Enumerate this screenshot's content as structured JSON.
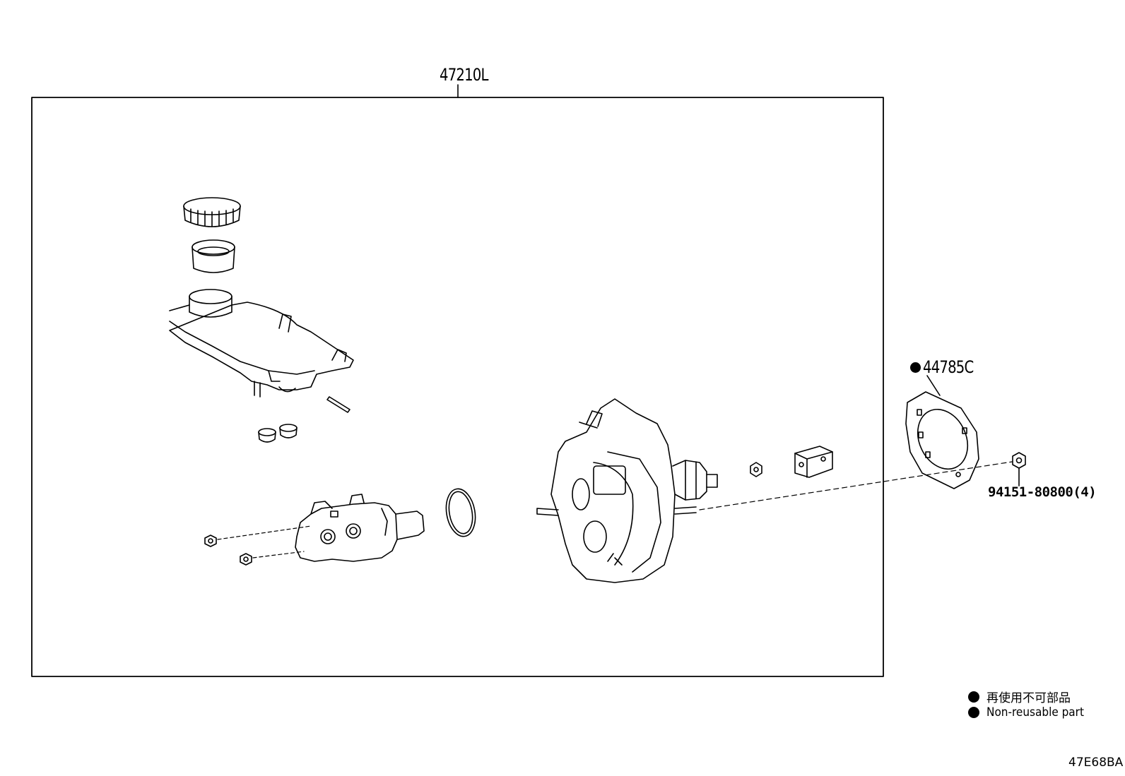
{
  "labels": {
    "assembly": "47210L",
    "gasket": "44785C",
    "nut": "94151-80800(4)",
    "figure_code": "47E68BA"
  },
  "legend": [
    {
      "text": "再使用不可部品",
      "icon": "filled-circle"
    },
    {
      "text": "Non-reusable part",
      "icon": "filled-circle"
    }
  ],
  "colors": {
    "line": "#000000",
    "background": "#ffffff"
  }
}
